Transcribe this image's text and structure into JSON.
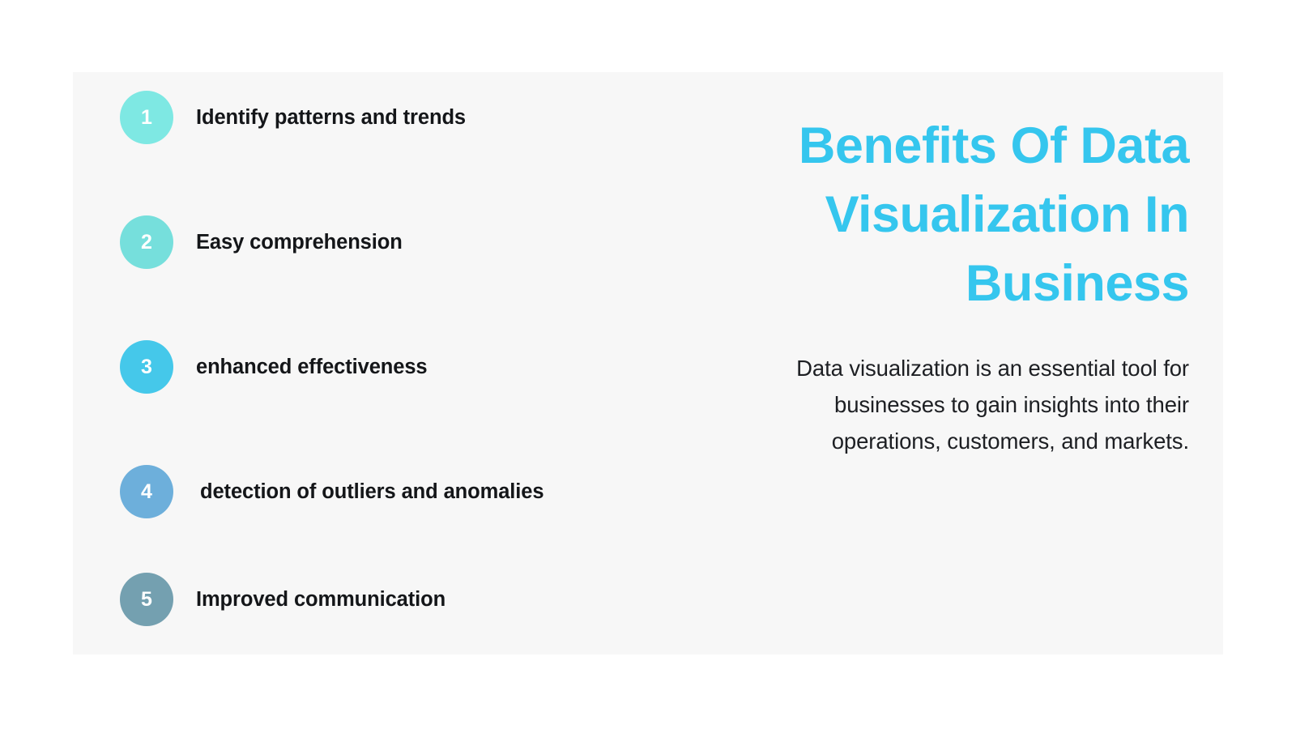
{
  "card": {
    "background_color": "#f7f7f7",
    "page_background_color": "#ffffff"
  },
  "benefits": {
    "items": [
      {
        "number": "1",
        "label": "Identify patterns and trends",
        "badge_color": "#7ee8e3"
      },
      {
        "number": "2",
        "label": "Easy comprehension",
        "badge_color": "#76dfdc"
      },
      {
        "number": "3",
        "label": "enhanced effectiveness",
        "badge_color": "#45c8ea"
      },
      {
        "number": "4",
        "label": "detection of outliers and anomalies",
        "badge_color": "#6dafdb"
      },
      {
        "number": "5",
        "label": "Improved communication",
        "badge_color": "#74a0b0"
      }
    ]
  },
  "heading": {
    "text": "Benefits Of Data Visualization In Business",
    "color": "#35c6ee"
  },
  "description": {
    "text": "Data visualization is an essential tool for businesses to gain insights into their operations, customers, and markets.",
    "color": "#1d1f23"
  }
}
